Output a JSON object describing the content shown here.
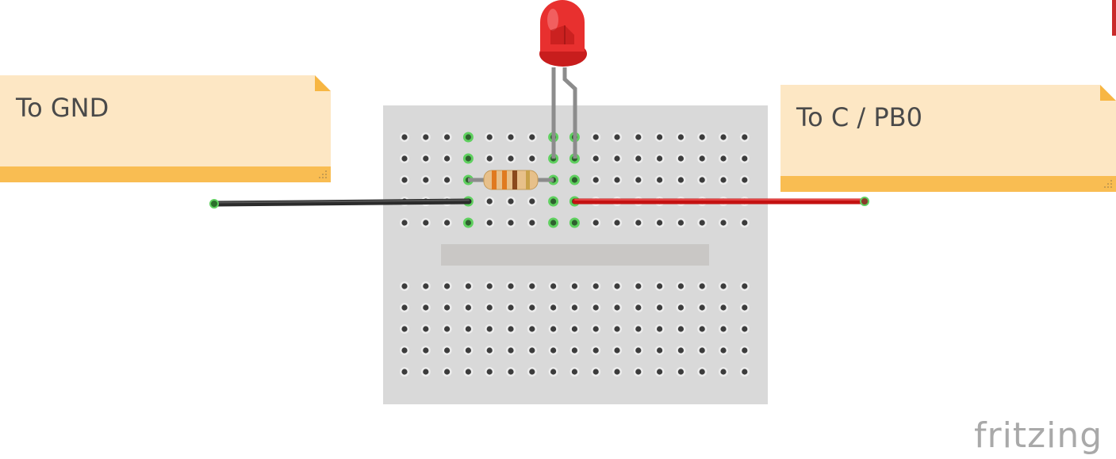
{
  "notes": {
    "gnd": {
      "text": "To GND"
    },
    "pb0": {
      "text": "To C / PB0"
    }
  },
  "brand": {
    "text": "fritzing"
  },
  "breadboard": {
    "columns": 17,
    "top_rows": 5,
    "bottom_rows": 5
  },
  "components": {
    "led": {
      "color": "#e8302f",
      "label": "red-led"
    },
    "resistor": {
      "body_color": "#e7c08a",
      "bands": [
        "#e07a1f",
        "#e07a1f",
        "#8b4a1c",
        "#c9a14a"
      ]
    },
    "gnd_wire": {
      "color": "#2b2b2b"
    },
    "signal_wire": {
      "color": "#c41111"
    }
  },
  "colors": {
    "board": "#d9d9d9",
    "hole": "#3c3c3c",
    "connected_hole": "#5fd05f",
    "channel": "#c9c7c5",
    "leg": "#8c8c8c"
  }
}
